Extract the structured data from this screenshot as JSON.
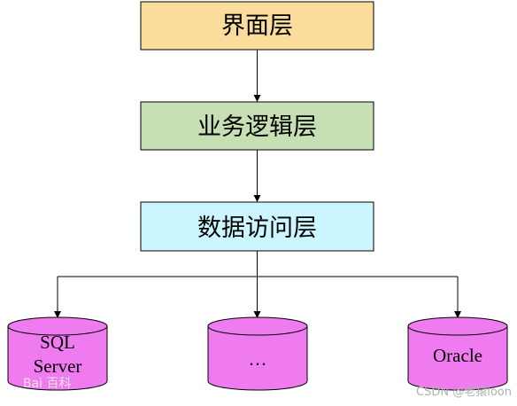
{
  "layers": [
    {
      "label": "界面层",
      "fill": "#FADD9A"
    },
    {
      "label": "业务逻辑层",
      "fill": "#C6DFB3"
    },
    {
      "label": "数据访问层",
      "fill": "#CCF6FF"
    }
  ],
  "databases": [
    {
      "lines": [
        "SQL",
        "Server"
      ]
    },
    {
      "lines": [
        "…"
      ]
    },
    {
      "lines": [
        "Oracle"
      ]
    }
  ],
  "db_fill": "#F07BF0",
  "stroke": "#000000",
  "watermarks": {
    "left": "Bai 百科",
    "right": "CSDN @老猿loon"
  }
}
